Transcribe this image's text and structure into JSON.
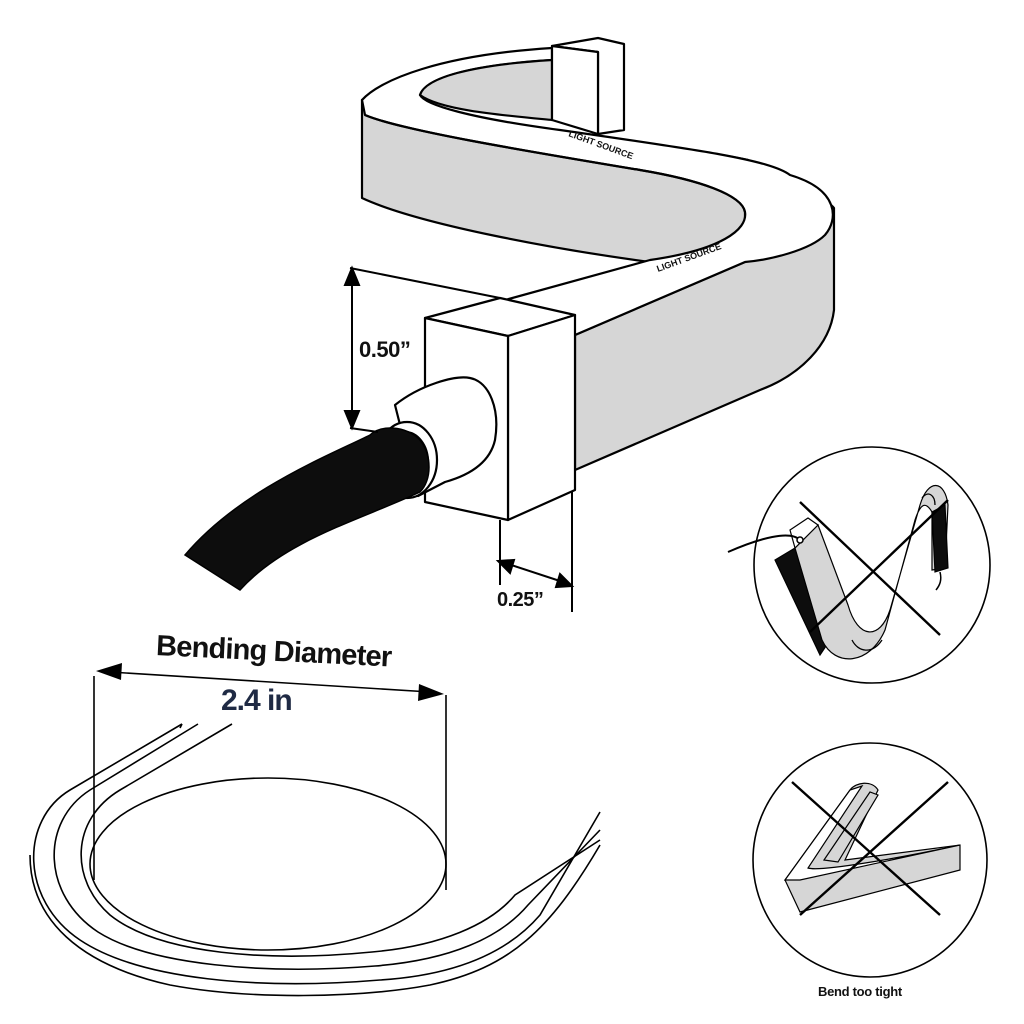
{
  "dimensions": {
    "height": "0.50”",
    "width": "0.25”"
  },
  "strip": {
    "label_top": "LIGHT SOURCE",
    "label_front": "LIGHT SOURCE"
  },
  "bending": {
    "title": "Bending Diameter",
    "value": "2.4 in"
  },
  "warnings": {
    "bend_tight_caption": "Bend too tight"
  },
  "colors": {
    "strip_face": "#d6d6d6",
    "strip_top": "#ffffff",
    "cable": "#0d0d0d",
    "value_text": "#1f2a44"
  }
}
